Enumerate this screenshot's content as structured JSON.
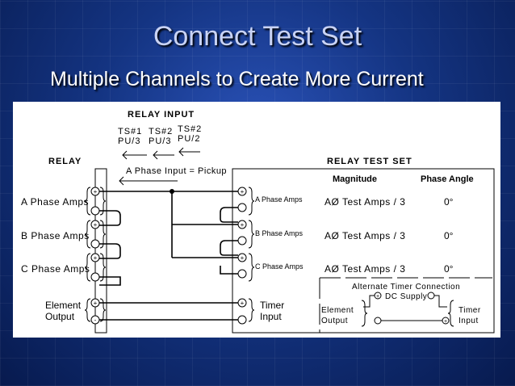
{
  "slide": {
    "title": "Connect Test Set",
    "subtitle": "Multiple Channels to Create More Current"
  },
  "diagram": {
    "relay_input": "RELAY INPUT",
    "ts_labels": {
      "ts1_line1": "TS#1",
      "ts1_line2": "PU/3",
      "ts2a_line1": "TS#2",
      "ts2a_line2": "PU/3",
      "ts2b_line1": "TS#2",
      "ts2b_line2": "PU/2"
    },
    "relay_label": "RELAY",
    "relay_test_set_label": "RELAY TEST SET",
    "a_phase_pickup": "A Phase Input = Pickup",
    "magnitude_header": "Magnitude",
    "phase_angle_header": "Phase Angle",
    "relay_rows": [
      "A Phase Amps",
      "B Phase Amps",
      "C Phase Amps"
    ],
    "element_output_1": "Element",
    "element_output_2": "Output",
    "timer_input_1": "Timer",
    "timer_input_2": "Input",
    "test_set_rows": [
      {
        "name": "A Phase Amps",
        "magnitude": "AØ Test Amps / 3",
        "angle": "0°"
      },
      {
        "name": "B Phase Amps",
        "magnitude": "AØ Test Amps / 3",
        "angle": "0°"
      },
      {
        "name": "C Phase Amps",
        "magnitude": "AØ Test Amps / 3",
        "angle": "0°"
      }
    ],
    "alt_timer": {
      "title": "Alternate Timer Connection",
      "dc_supply": "DC Supply",
      "element_1": "Element",
      "element_2": "Output",
      "timer_1": "Timer",
      "timer_2": "Input"
    },
    "plus_sign": "+",
    "minus_sign": "-"
  },
  "colors": {
    "background": "#0a1f5c",
    "title": "#c9d3f5",
    "subtitle": "#ffffff",
    "panel": "#ffffff",
    "lines": "#000000"
  }
}
